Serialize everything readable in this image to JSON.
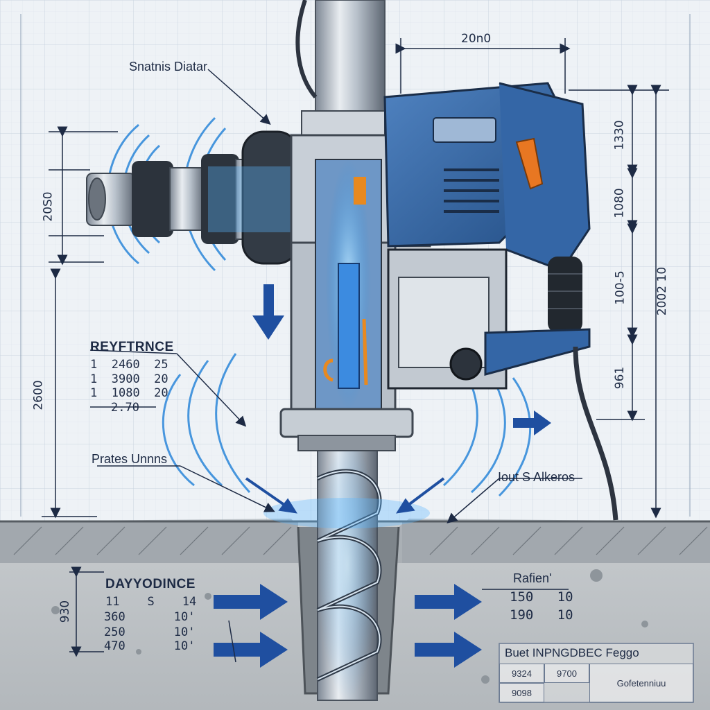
{
  "callouts": {
    "top_left": "Snatnis Diatar",
    "mid_left": "Prates Unnns",
    "mid_right": "Iout S Alkeros"
  },
  "dimensions": {
    "top_width": "20n0",
    "left_upper": "20S0",
    "left_lower": "2600",
    "right_a": "1330",
    "right_b": "1080",
    "right_c": "100-5",
    "right_d": "961",
    "right_total": "2002 10",
    "bottom_left": "930"
  },
  "reference_table": {
    "title": "REYFTRNCE",
    "rows": [
      {
        "c1": "1",
        "c2": "2460",
        "c3": "25"
      },
      {
        "c1": "1",
        "c2": "3900",
        "c3": "20"
      },
      {
        "c1": "1",
        "c2": "1080",
        "c3": "20"
      },
      {
        "c1": "",
        "c2": "2.70",
        "c3": ""
      }
    ]
  },
  "ground_table": {
    "title": "DAYYODINCE",
    "rows": [
      {
        "c1": "11",
        "c2": "S",
        "c3": "14"
      },
      {
        "c1": "360",
        "c2": "",
        "c3": "10'"
      },
      {
        "c1": "250",
        "c2": "",
        "c3": "10'"
      },
      {
        "c1": "470",
        "c2": "",
        "c3": "10'"
      }
    ]
  },
  "right_table": {
    "title": "Rafien'",
    "rows": [
      {
        "c1": "150",
        "c2": "10"
      },
      {
        "c1": "190",
        "c2": "10"
      }
    ]
  },
  "title_block": {
    "title": "Buet INPNGDBEC Feggo",
    "cells": [
      "9324",
      "9700",
      "9098",
      "Gofetenniuu"
    ]
  },
  "colors": {
    "accent_blue": "#1f4fa0",
    "tool_blue": "#3a6aa8",
    "trigger_orange": "#e87722",
    "ground": "#b9bec3"
  }
}
